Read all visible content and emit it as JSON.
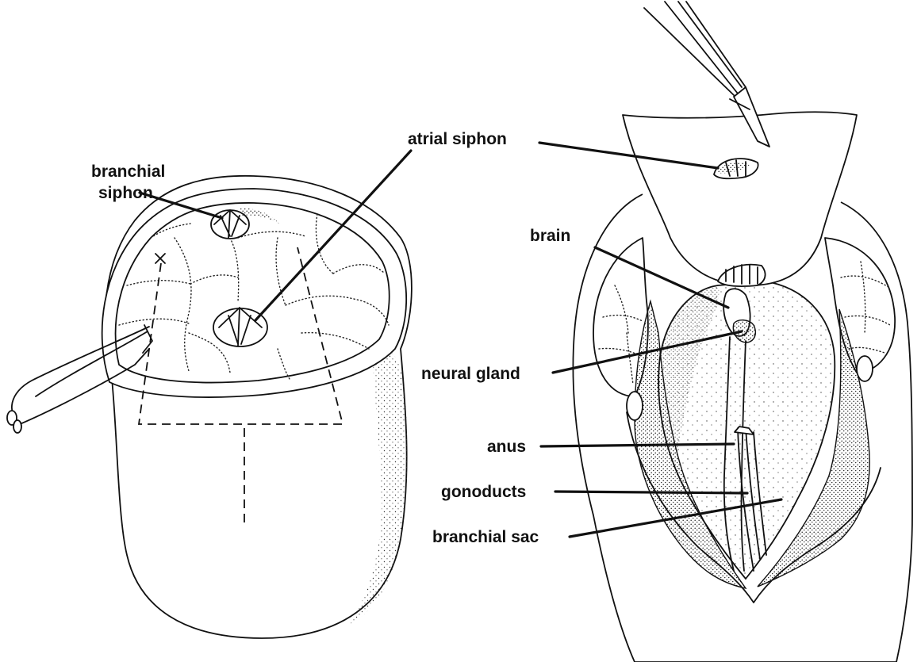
{
  "figure": {
    "labels": {
      "branchial_siphon_line1": "branchial",
      "branchial_siphon_line2": "siphon",
      "atrial_siphon": "atrial siphon",
      "brain": "brain",
      "neural_gland": "neural gland",
      "anus": "anus",
      "gonoducts": "gonoducts",
      "branchial_sac": "branchial sac"
    },
    "colors": {
      "ink": "#111111",
      "paper": "#ffffff"
    }
  }
}
